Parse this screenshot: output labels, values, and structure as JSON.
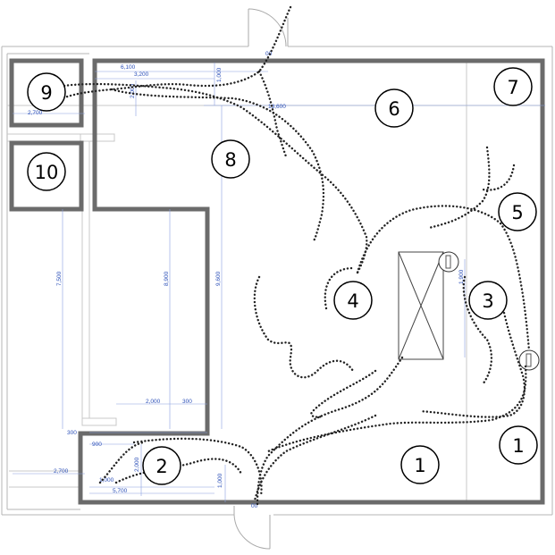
{
  "zones": [
    {
      "id": "zone-1a",
      "label": "1"
    },
    {
      "id": "zone-1b",
      "label": "1"
    },
    {
      "id": "zone-2",
      "label": "2"
    },
    {
      "id": "zone-3",
      "label": "3"
    },
    {
      "id": "zone-4",
      "label": "4"
    },
    {
      "id": "zone-5",
      "label": "5"
    },
    {
      "id": "zone-6",
      "label": "6"
    },
    {
      "id": "zone-7",
      "label": "7"
    },
    {
      "id": "zone-8",
      "label": "8"
    },
    {
      "id": "zone-9",
      "label": "9"
    },
    {
      "id": "zone-10",
      "label": "10"
    }
  ],
  "dimensions": [
    {
      "id": "dim-6100",
      "text": "6,100"
    },
    {
      "id": "dim-3200",
      "text": "3,200"
    },
    {
      "id": "dim-1000-top",
      "text": "1,000"
    },
    {
      "id": "dim-2000-top",
      "text": "2,000"
    },
    {
      "id": "dim-2700-top",
      "text": "2,700"
    },
    {
      "id": "dim-13600",
      "text": "13,600"
    },
    {
      "id": "dim-00-top",
      "text": "00"
    },
    {
      "id": "dim-7500",
      "text": "7,500"
    },
    {
      "id": "dim-8900",
      "text": "8,900"
    },
    {
      "id": "dim-9600",
      "text": "9,600"
    },
    {
      "id": "dim-1900",
      "text": "1,900"
    },
    {
      "id": "dim-2000-mid",
      "text": "2,000"
    },
    {
      "id": "dim-300-a",
      "text": "300"
    },
    {
      "id": "dim-300-b",
      "text": "300"
    },
    {
      "id": "dim-900",
      "text": "900"
    },
    {
      "id": "dim-2700-bottom",
      "text": "2,700"
    },
    {
      "id": "dim-2000-vert",
      "text": "2,000"
    },
    {
      "id": "dim-1000-small",
      "text": "1,000"
    },
    {
      "id": "dim-5700",
      "text": "5,700"
    },
    {
      "id": "dim-1000-bottom",
      "text": "1,000"
    },
    {
      "id": "dim-00-bottom",
      "text": "00"
    }
  ]
}
